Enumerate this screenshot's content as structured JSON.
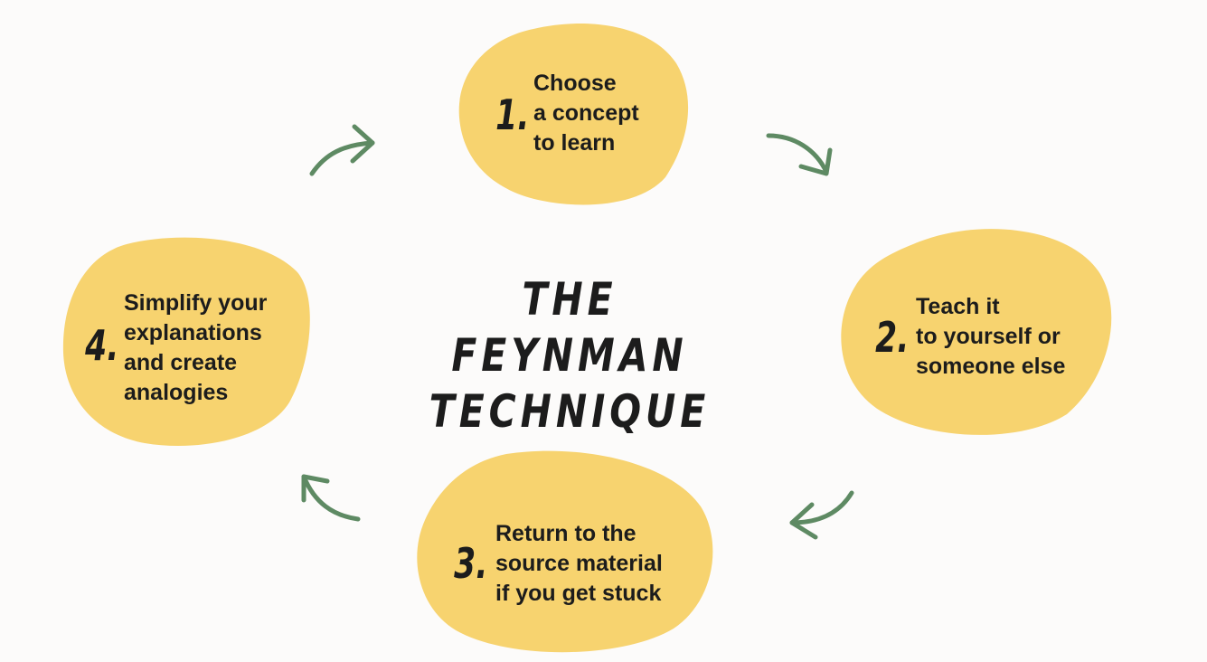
{
  "title": {
    "line1": "THE FEYNMAN",
    "line2": "TECHNIQUE"
  },
  "steps": [
    {
      "number": "1.",
      "lines": [
        "Choose",
        "a concept",
        "to learn"
      ]
    },
    {
      "number": "2.",
      "lines": [
        "Teach it",
        "to yourself or",
        "someone else"
      ]
    },
    {
      "number": "3.",
      "lines": [
        "Return to the",
        "source material",
        "if you get stuck"
      ]
    },
    {
      "number": "4.",
      "lines": [
        "Simplify your",
        "explanations",
        "and create",
        "analogies"
      ]
    }
  ],
  "colors": {
    "blob": "#f7d36f",
    "arrow": "#5e8a63",
    "text": "#1c1c1c",
    "background": "#fcfbfa"
  }
}
